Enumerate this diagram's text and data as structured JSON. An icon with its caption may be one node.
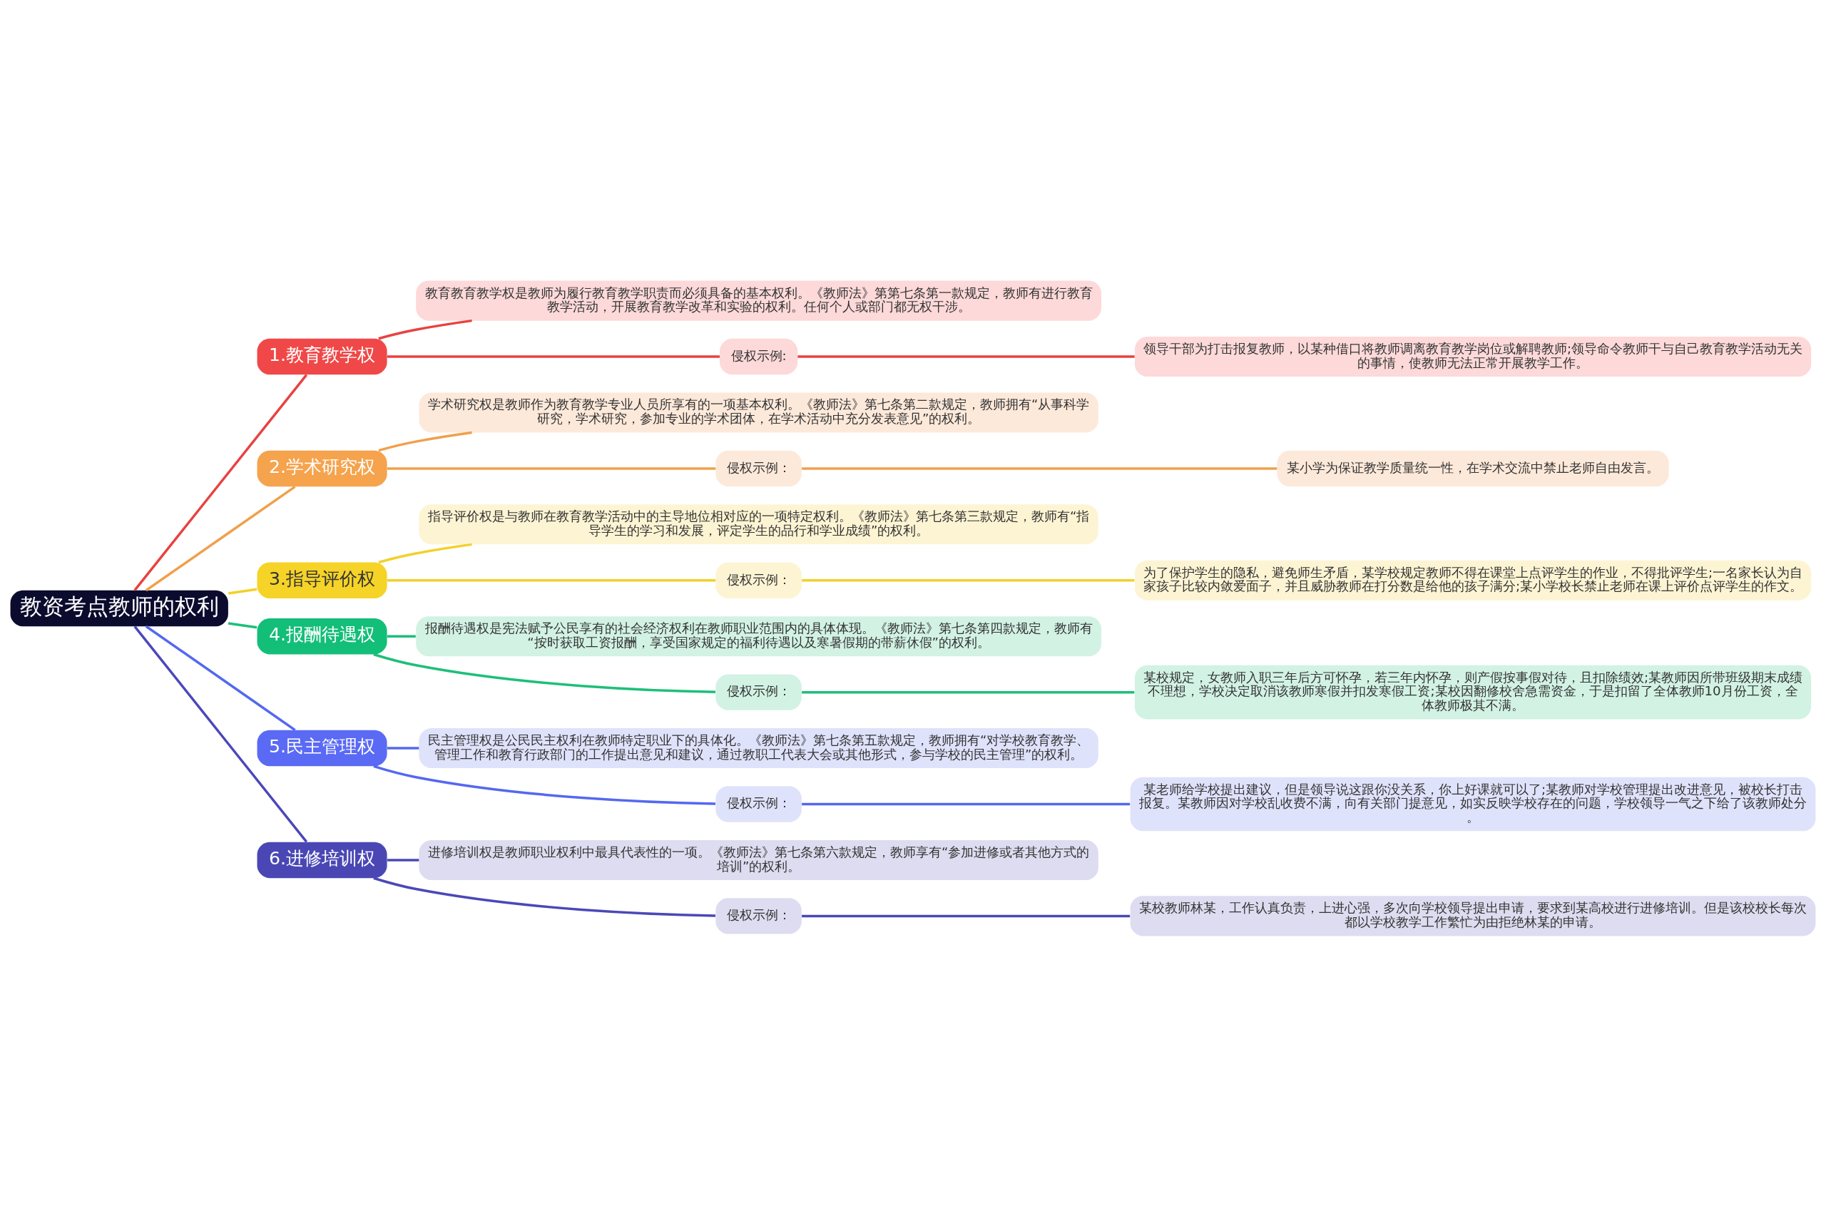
{
  "diagram": {
    "nodes": [
      {
        "text": [
          "教资考点教师的权利"
        ]
      },
      {
        "text": [
          "1.教育教学权"
        ]
      },
      {
        "text": [
          "教育教育教学权是教师为履行教育教学职责而必须具备的基本权利。《教师法》第第七条第一款规定，教师有进行教育教学活动，开展教育教学改革和实验的权利。任何个人或部门都无权干涉。"
        ]
      },
      {
        "text": [
          "侵权示例:"
        ]
      },
      {
        "text": [
          "领导干部为打击报复教师，以某种借口将教师调离教育教学岗位或解聘教师;领导命令教师干与自己教育教学活动无关的事情，使教师无法正常开展教学工作。"
        ]
      },
      {
        "text": [
          "2.学术研究权"
        ]
      },
      {
        "text": [
          "学术研究权是教师作为教育教学专业人员所享有的一项基本权利。《教师法》第七条第二款规定，教师拥有“从事科学研究，学术研究，参加专业的学术团体，在学术活动中充分发表意见”的权利。"
        ]
      },
      {
        "text": [
          "侵权示例："
        ]
      },
      {
        "text": [
          "某小学为保证教学质量统一性，在学术交流中禁止老师自由发言。"
        ]
      },
      {
        "text": [
          "3.指导评价权"
        ]
      },
      {
        "text": [
          "指导评价权是与教师在教育教学活动中的主导地位相对应的一项特定权利。《教师法》第七条第三款规定，教师有“指导学生的学习和发展，评定学生的品行和学业成绩”的权利。"
        ]
      },
      {
        "text": [
          "侵权示例："
        ]
      },
      {
        "text": [
          "为了保护学生的隐私，避免师生矛盾，某学校规定教师不得在课堂上点评学生的作业，不得批评学生;一名家长认为自家孩子比较内敛爱面子，并且威胁教师在打分数是给他的孩子满分;某小学校长禁止老师在课上评价点评学生的作文。"
        ]
      },
      {
        "text": [
          "4.报酬待遇权"
        ]
      },
      {
        "text": [
          "报酬待遇权是宪法赋予公民享有的社会经济权利在教师职业范围内的具体体现。《教师法》第七条第四款规定，教师有“按时获取工资报酬，享受国家规定的福利待遇以及寒暑假期的带薪休假”的权利。"
        ]
      },
      {
        "text": [
          "侵权示例："
        ]
      },
      {
        "text": [
          "某校规定，女教师入职三年后方可怀孕，若三年内怀孕，则产假按事假对待，且扣除绩效;某教师因所带班级期末成绩不理想，学校决定取消该教师寒假并扣发寒假工资;某校因翻修校舍急需资金，于是扣留了全体教师10月份工资，全体教师极其不满。"
        ]
      },
      {
        "text": [
          "5.民主管理权"
        ]
      },
      {
        "text": [
          "民主管理权是公民民主权利在教师特定职业下的具体化。《教师法》第七条第五款规定，教师拥有“对学校教育教学、管理工作和教育行政部门的工作提出意见和建议，通过教职工代表大会或其他形式，参与学校的民主管理”的权利。"
        ]
      },
      {
        "text": [
          "侵权示例："
        ]
      },
      {
        "text": [
          "某老师给学校提出建议，但是领导说这跟你没关系，你上好课就可以了;某教师对学校管理提出改进意见，被校长打击报复。某教师因对学校乱收费不满，向有关部门提意见，如实反映学校存在的问题，学校领导一气之下给了该教师处分。"
        ]
      },
      {
        "text": [
          "6.进修培训权"
        ]
      },
      {
        "text": [
          "进修培训权是教师职业权利中最具代表性的一项。《教师法》第七条第六款规定，教师享有“参加进修或者其他方式的培训”的权利。"
        ]
      },
      {
        "text": [
          "侵权示例："
        ]
      },
      {
        "text": [
          "某校教师林某，工作认真负责，上进心强，多次向学校领导提出申请，要求到某高校进行进修培训。但是该校校长每次都以学校教学工作繁忙为由拒绝林某的申请。"
        ]
      }
    ],
    "edges": [
      {
        "from": 0,
        "to": 1,
        "arrow": "none",
        "color": "#e8423f"
      },
      {
        "from": 1,
        "to": 2,
        "arrow": "none",
        "color": "#e8423f"
      },
      {
        "from": 1,
        "to": 3,
        "arrow": "none",
        "color": "#e8423f"
      },
      {
        "from": 3,
        "to": 4,
        "arrow": "none",
        "color": "#e8423f"
      },
      {
        "from": 0,
        "to": 5,
        "arrow": "none",
        "color": "#f0a04b"
      },
      {
        "from": 5,
        "to": 6,
        "arrow": "none",
        "color": "#f0a04b"
      },
      {
        "from": 5,
        "to": 7,
        "arrow": "none",
        "color": "#f0a04b"
      },
      {
        "from": 7,
        "to": 8,
        "arrow": "none",
        "color": "#f0a04b"
      },
      {
        "from": 0,
        "to": 9,
        "arrow": "none",
        "color": "#f2d12b"
      },
      {
        "from": 9,
        "to": 10,
        "arrow": "none",
        "color": "#f2d12b"
      },
      {
        "from": 9,
        "to": 11,
        "arrow": "none",
        "color": "#f2d12b"
      },
      {
        "from": 11,
        "to": 12,
        "arrow": "none",
        "color": "#f2d12b"
      },
      {
        "from": 0,
        "to": 13,
        "arrow": "none",
        "color": "#1dbf7a"
      },
      {
        "from": 13,
        "to": 14,
        "arrow": "none",
        "color": "#1dbf7a"
      },
      {
        "from": 13,
        "to": 15,
        "arrow": "none",
        "color": "#1dbf7a"
      },
      {
        "from": 15,
        "to": 16,
        "arrow": "none",
        "color": "#1dbf7a"
      },
      {
        "from": 0,
        "to": 17,
        "arrow": "none",
        "color": "#5468f0"
      },
      {
        "from": 17,
        "to": 18,
        "arrow": "none",
        "color": "#5468f0"
      },
      {
        "from": 17,
        "to": 19,
        "arrow": "none",
        "color": "#5468f0"
      },
      {
        "from": 19,
        "to": 20,
        "arrow": "none",
        "color": "#5468f0"
      },
      {
        "from": 0,
        "to": 21,
        "arrow": "none",
        "color": "#4b48b8"
      },
      {
        "from": 21,
        "to": 22,
        "arrow": "none",
        "color": "#4b48b8"
      },
      {
        "from": 21,
        "to": 23,
        "arrow": "none",
        "color": "#4b48b8"
      },
      {
        "from": 23,
        "to": 24,
        "arrow": "none",
        "color": "#4b48b8"
      }
    ]
  }
}
